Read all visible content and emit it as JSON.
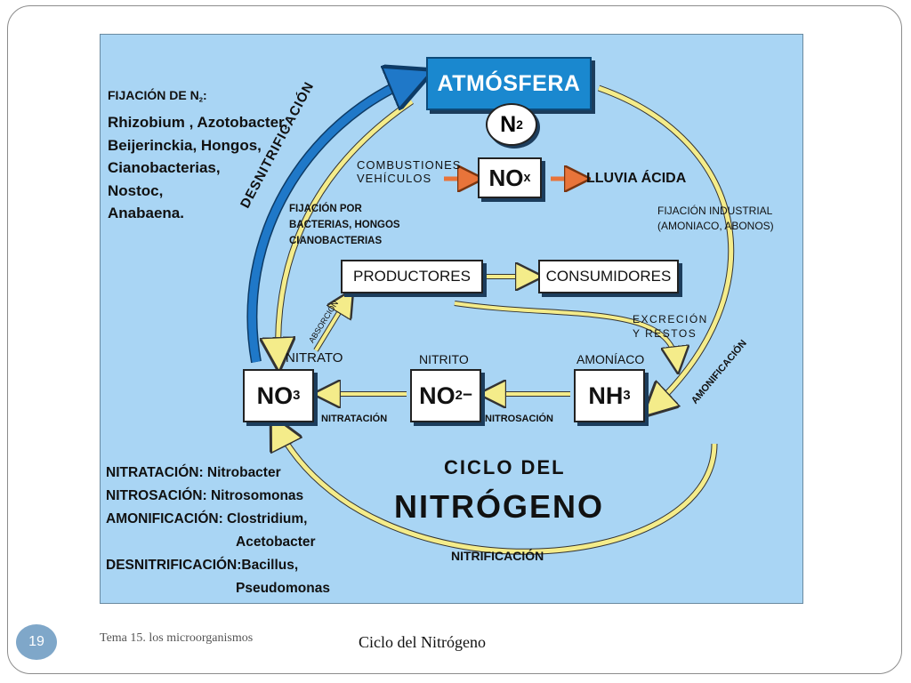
{
  "slide": {
    "number": "19",
    "footer_left": "Tema 15. los microorganismos",
    "footer_right": "Ciclo del Nitrógeno"
  },
  "diagram": {
    "atmosphere": "ATMÓSFERA",
    "n2": "N",
    "n2_sub": "2",
    "combustion_line1": "COMBUSTIONES",
    "combustion_line2": "VEHÍCULOS",
    "nox": "NO",
    "nox_sub": "x",
    "acid_rain": "LLUVIA ÁCIDA",
    "industrial_line1": "FIJACIÓN INDUSTRIAL",
    "industrial_line2": "(AMONIACO, ABONOS)",
    "bio_fix_line1": "FIJACIÓN POR",
    "bio_fix_line2": "BACTERIAS, HONGOS",
    "bio_fix_line3": "CIANOBACTERIAS",
    "producers": "PRODUCTORES",
    "consumers": "CONSUMIDORES",
    "absorption": "ABSORCIÓN",
    "excretion_line1": "EXCRECIÓN",
    "excretion_line2": "Y RESTOS",
    "nitrate_label": "NITRATO",
    "nitrite_label": "NITRITO",
    "ammonia_label": "AMONÍACO",
    "no3": "NO",
    "no3_sub": "3",
    "no2": "NO",
    "no2_sub": "2",
    "no2_sup": "−",
    "nh3": "NH",
    "nh3_sub": "3",
    "nitratation": "NITRATACIÓN",
    "nitrosation": "NITROSACIÓN",
    "ammonification": "AMONIFICACIÓN",
    "denitrification": "DESNITRIFICACIÓN",
    "nitrification": "NITRIFICACIÓN",
    "title_line1": "CICLO DEL",
    "title_line2": "NITRÓGENO",
    "fixation_title": "FIJACIÓN DE N",
    "fixation_sub": "2",
    "fixation_colon": ":",
    "fixation_organisms": [
      "Rhizobium , Azotobacter,",
      "Beijerinckia, Hongos,",
      "Cianobacterias,",
      "Nostoc,",
      "Anabaena."
    ],
    "legend": [
      "NITRATACIÓN: Nitrobacter",
      "NITROSACIÓN: Nitrosomonas",
      "AMONIFICACIÓN: Clostridium,",
      "Acetobacter",
      "DESNITRIFICACIÓN:Bacillus,",
      "Pseudomonas"
    ],
    "colors": {
      "background": "#a9d5f4",
      "yellow_arrow": "#f4ec8a",
      "blue_arrow": "#1f78c8",
      "orange_arrow": "#e8743a"
    }
  }
}
